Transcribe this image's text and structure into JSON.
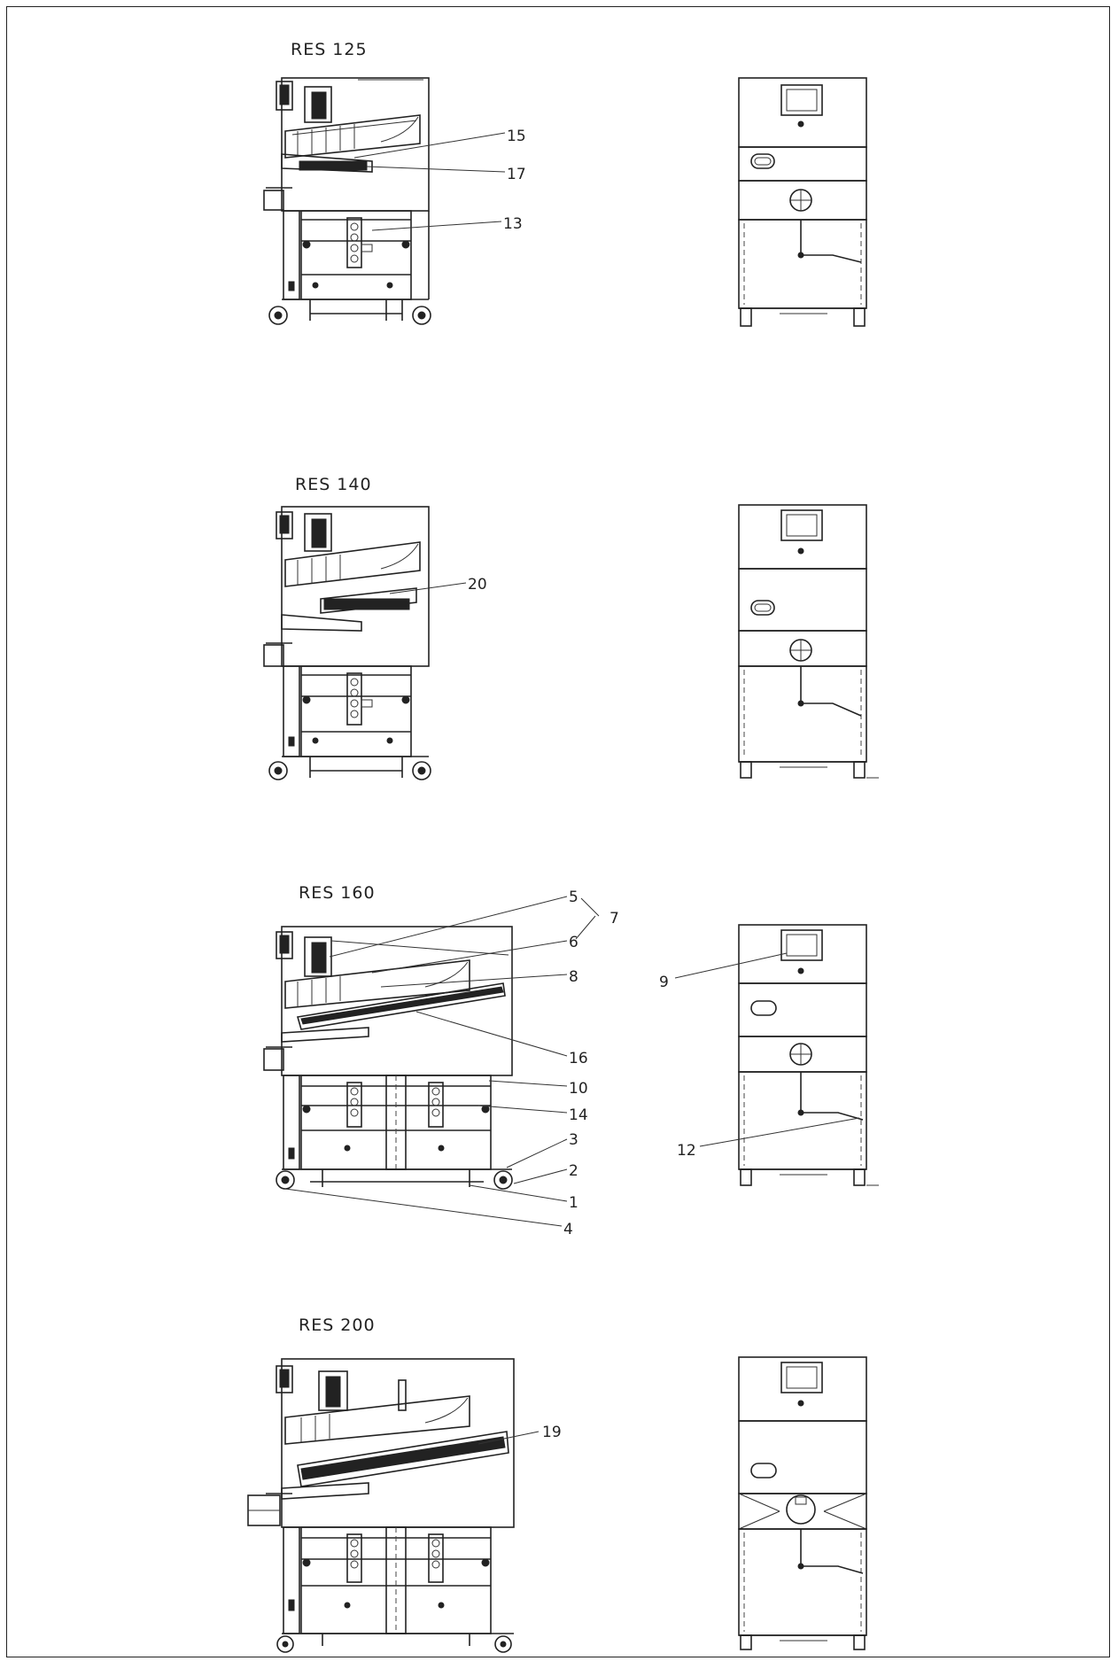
{
  "models": [
    {
      "title": "RES 125",
      "callouts": [
        "15",
        "17",
        "13"
      ]
    },
    {
      "title": "RES 140",
      "callouts": [
        "20"
      ]
    },
    {
      "title": "RES 160",
      "callouts": [
        "5",
        "7",
        "6",
        "8",
        "16",
        "10",
        "14",
        "3",
        "2",
        "1",
        "4"
      ],
      "front_callouts": [
        "9",
        "12"
      ]
    },
    {
      "title": "RES 200",
      "callouts": [
        "19"
      ]
    }
  ],
  "colors": {
    "line": "#222222",
    "background": "#ffffff"
  }
}
